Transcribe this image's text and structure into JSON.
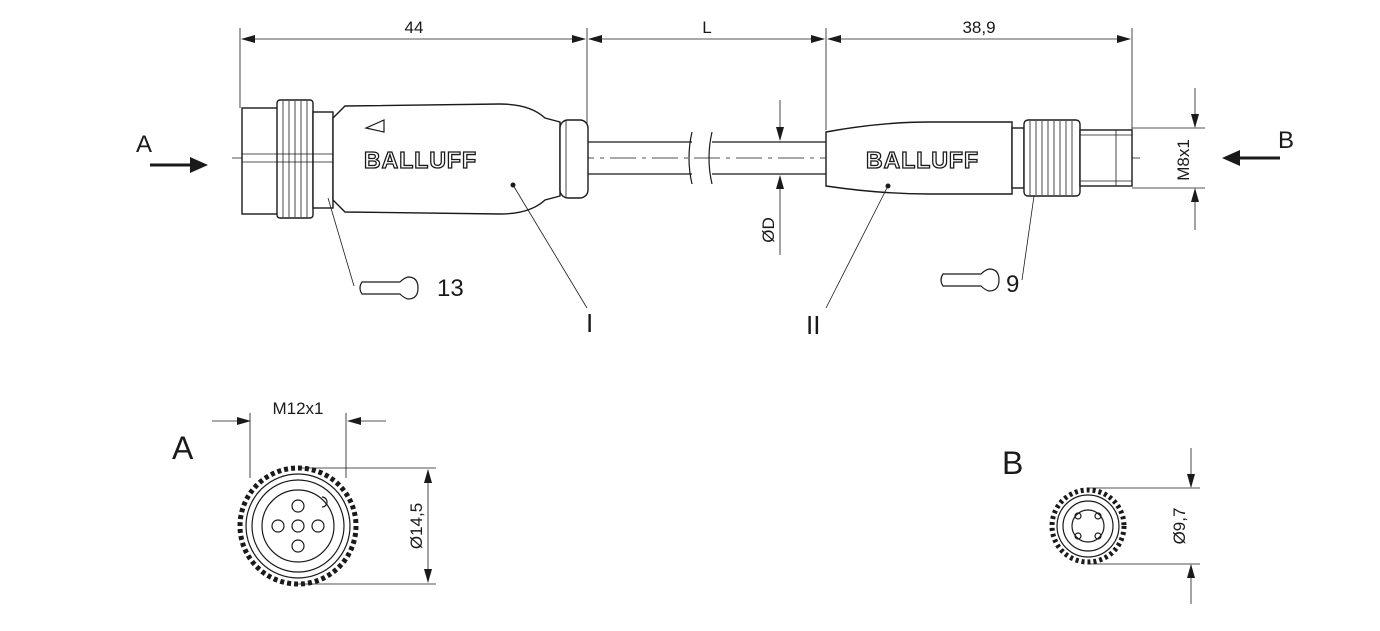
{
  "dimensions": {
    "connector_a_length": "44",
    "cable_length": "L",
    "connector_b_length": "38,9",
    "cable_diameter": "ØD",
    "thread_b": "M8x1",
    "thread_a": "M12x1",
    "diameter_a": "Ø14,5",
    "diameter_b": "Ø9,7",
    "wrench_a": "13",
    "wrench_b": "9"
  },
  "labels": {
    "view_a": "A",
    "view_b": "B",
    "part_one": "I",
    "part_two": "II"
  },
  "brand": {
    "text_a": "BALLUFF",
    "text_b": "BALLUFF"
  },
  "colors": {
    "line": "#1a1a1a",
    "background": "#ffffff"
  }
}
